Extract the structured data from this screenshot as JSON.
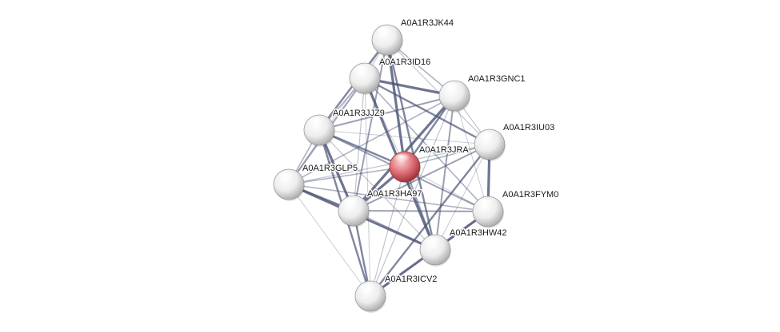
{
  "nodes": [
    {
      "id": "JK44",
      "label": "A0A1R3JK44",
      "query": false
    },
    {
      "id": "ID16",
      "label": "A0A1R3ID16",
      "query": false
    },
    {
      "id": "GNC1",
      "label": "A0A1R3GNC1",
      "query": false
    },
    {
      "id": "JJZ9",
      "label": "A0A1R3JJZ9",
      "query": false
    },
    {
      "id": "IU03",
      "label": "A0A1R3IU03",
      "query": false
    },
    {
      "id": "JRA",
      "label": "A0A1R3JRA",
      "query": true
    },
    {
      "id": "GLP5",
      "label": "A0A1R3GLP5",
      "query": false
    },
    {
      "id": "HA97",
      "label": "A0A1R3HA97",
      "query": false
    },
    {
      "id": "FYM0",
      "label": "A0A1R3FYM0",
      "query": false
    },
    {
      "id": "HW42",
      "label": "A0A1R3HW42",
      "query": false
    },
    {
      "id": "ICV2",
      "label": "A0A1R3ICV2",
      "query": false
    }
  ],
  "edges": [
    [
      "JK44",
      "ID16"
    ],
    [
      "JK44",
      "JJZ9"
    ],
    [
      "JK44",
      "GNC1"
    ],
    [
      "JK44",
      "JRA"
    ],
    [
      "JK44",
      "GLP5"
    ],
    [
      "JK44",
      "HA97"
    ],
    [
      "JK44",
      "IU03"
    ],
    [
      "JK44",
      "HW42"
    ],
    [
      "ID16",
      "JJZ9"
    ],
    [
      "ID16",
      "GNC1"
    ],
    [
      "ID16",
      "JRA"
    ],
    [
      "ID16",
      "GLP5"
    ],
    [
      "ID16",
      "HA97"
    ],
    [
      "ID16",
      "IU03"
    ],
    [
      "ID16",
      "FYM0"
    ],
    [
      "ID16",
      "HW42"
    ],
    [
      "ID16",
      "ICV2"
    ],
    [
      "GNC1",
      "JJZ9"
    ],
    [
      "GNC1",
      "IU03"
    ],
    [
      "GNC1",
      "JRA"
    ],
    [
      "GNC1",
      "GLP5"
    ],
    [
      "GNC1",
      "HA97"
    ],
    [
      "GNC1",
      "FYM0"
    ],
    [
      "GNC1",
      "HW42"
    ],
    [
      "GNC1",
      "ICV2"
    ],
    [
      "JJZ9",
      "JRA"
    ],
    [
      "JJZ9",
      "GLP5"
    ],
    [
      "JJZ9",
      "HA97"
    ],
    [
      "JJZ9",
      "IU03"
    ],
    [
      "JJZ9",
      "FYM0"
    ],
    [
      "JJZ9",
      "HW42"
    ],
    [
      "JJZ9",
      "ICV2"
    ],
    [
      "IU03",
      "JRA"
    ],
    [
      "IU03",
      "FYM0"
    ],
    [
      "IU03",
      "HW42"
    ],
    [
      "IU03",
      "HA97"
    ],
    [
      "IU03",
      "GLP5"
    ],
    [
      "IU03",
      "ICV2"
    ],
    [
      "JRA",
      "GLP5"
    ],
    [
      "JRA",
      "HA97"
    ],
    [
      "JRA",
      "FYM0"
    ],
    [
      "JRA",
      "HW42"
    ],
    [
      "JRA",
      "ICV2"
    ],
    [
      "GLP5",
      "HA97"
    ],
    [
      "GLP5",
      "FYM0"
    ],
    [
      "GLP5",
      "HW42"
    ],
    [
      "GLP5",
      "ICV2"
    ],
    [
      "HA97",
      "FYM0"
    ],
    [
      "HA97",
      "HW42"
    ],
    [
      "HA97",
      "ICV2"
    ],
    [
      "FYM0",
      "HW42"
    ],
    [
      "FYM0",
      "ICV2"
    ],
    [
      "HW42",
      "ICV2"
    ]
  ],
  "colors": {
    "edge": "#4a5275",
    "node_fill": "#f2f2f2",
    "node_shade": "#b8b8b8",
    "query_fill": "#e8858a",
    "query_shade": "#a0303a",
    "label": "#1a1a1a"
  }
}
